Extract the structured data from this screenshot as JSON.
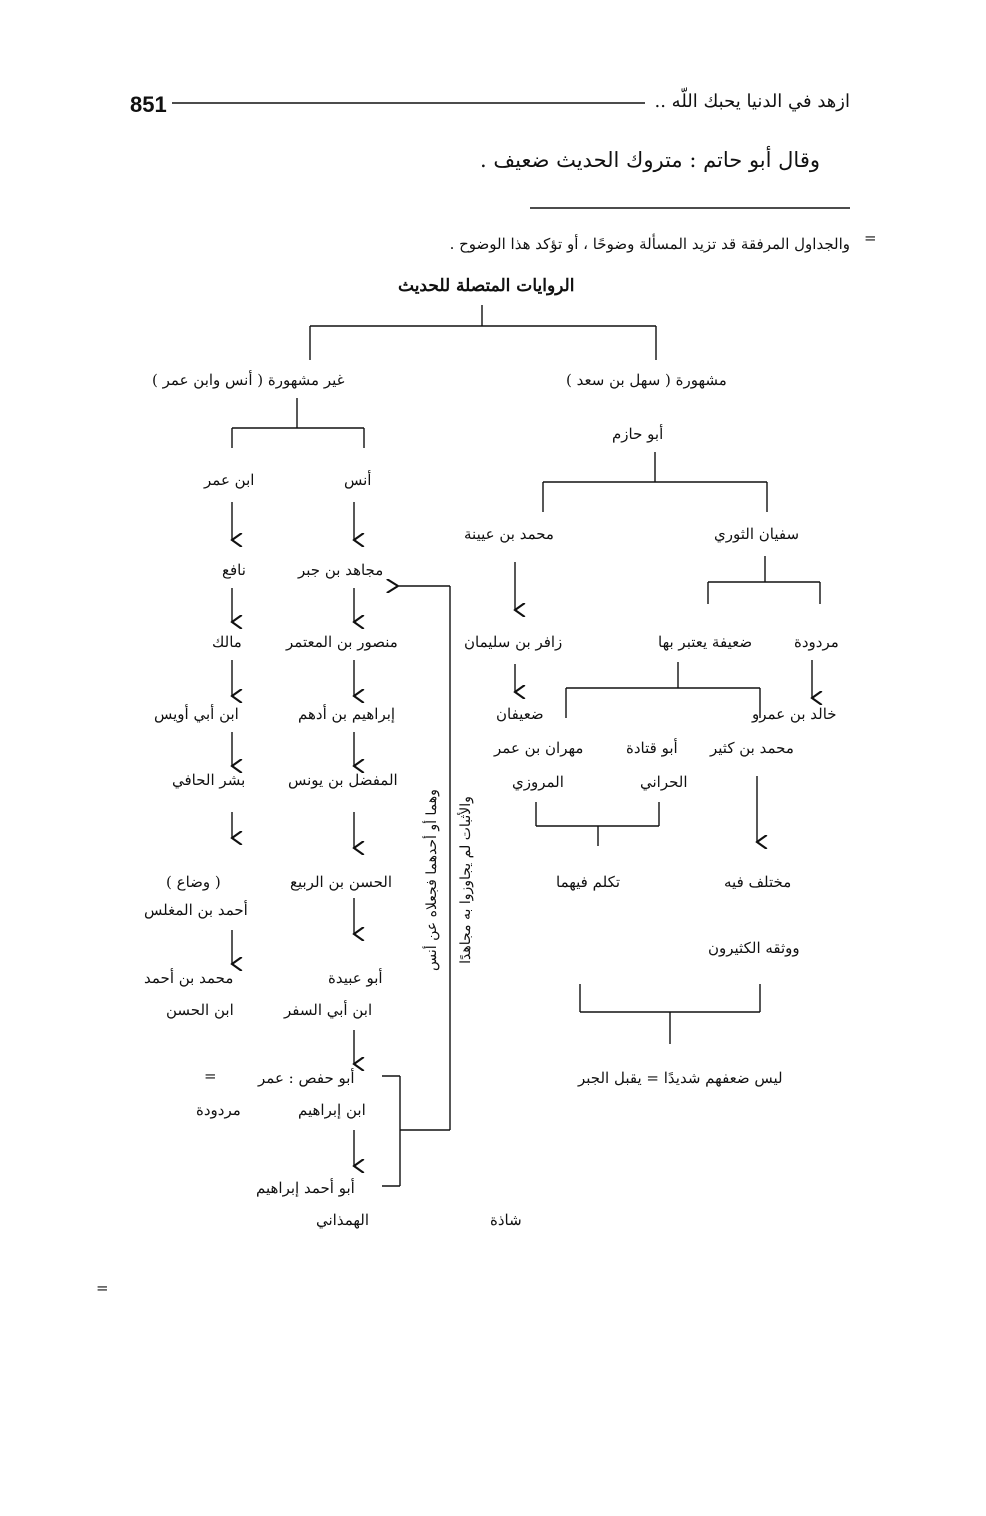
{
  "header": {
    "page_number": "851",
    "running_title": "ازهد في الدنيا يحبك اللّه .."
  },
  "intro_line": "وقال أبو حاتم : متروك الحديث ضعيف .",
  "footnote": {
    "marker": "=",
    "text": "والجداول المرفقة قد تزيد المسألة وضوحًا ، أو تؤكد هذا الوضوح .",
    "continuation_marker": "="
  },
  "tree": {
    "title": "الروايات المتصلة للحديث",
    "right_branch": {
      "label": "مشهورة ( سهل بن سعد )",
      "abu_hazim": "أبو حازم",
      "sufyan": "سفيان الثوري",
      "ibn_uyayna": "محمد بن عيينة",
      "mardooda": "مردودة",
      "daifa": "ضعيفة يعتبر بها",
      "khalid": "خالد بن عمرو",
      "muhammad_kathir": "محمد بن كثير",
      "abu_qatada_1": "أبو قتادة",
      "abu_qatada_2": "الحراني",
      "mihran_1": "مهران بن عمر",
      "mihran_2": "المروزي",
      "zafir": "زافر بن سليمان",
      "daifan": "ضعيفان",
      "mukhtalaf": "مختلف فيه",
      "takallum": "تكلم فيهما",
      "wathaqahu": "ووثقه الكثيرون",
      "conclusion": "ليس ضعفهم شديدًا = يقبل الجبر"
    },
    "left_branch": {
      "label": "غير مشهورة ( أنس وابن عمر )",
      "anas": "أنس",
      "ibn_umar": "ابن عمر",
      "mujahid": "مجاهد بن جبر",
      "nafi": "نافع",
      "mansur": "منصور بن المعتمر",
      "malik": "مالك",
      "ibrahim_adham": "إبراهيم بن أدهم",
      "ibn_abi_uways": "ابن أبي أويس",
      "mufaddal": "المفضل بن يونس",
      "bishr": "بشر الحافي",
      "hasan_rabi": "الحسن بن الربيع",
      "waddaa": "( وضاع )",
      "ahmad_mughallis": "أحمد بن المغلس",
      "abu_ubayda_1": "أبو عبيدة",
      "abu_ubayda_2": "ابن أبي السفر",
      "muhammad_ahmad_1": "محمد بن أحمد",
      "muhammad_ahmad_2": "ابن الحسن",
      "abu_hafs_1": "أبو حفص : عمر",
      "abu_hafs_2": "ابن إبراهيم",
      "equals": "=",
      "mardooda": "مردودة",
      "abu_ahmad_1": "أبو أحمد إبراهيم",
      "abu_ahmad_2": "الهمذاني",
      "shadhdha": "شاذة",
      "note_wahima": "وهما أو أحدهما فجعلاه عن أنس",
      "note_athbat": "والأثبات لم يجاوزوا به مجاهدًا"
    }
  }
}
